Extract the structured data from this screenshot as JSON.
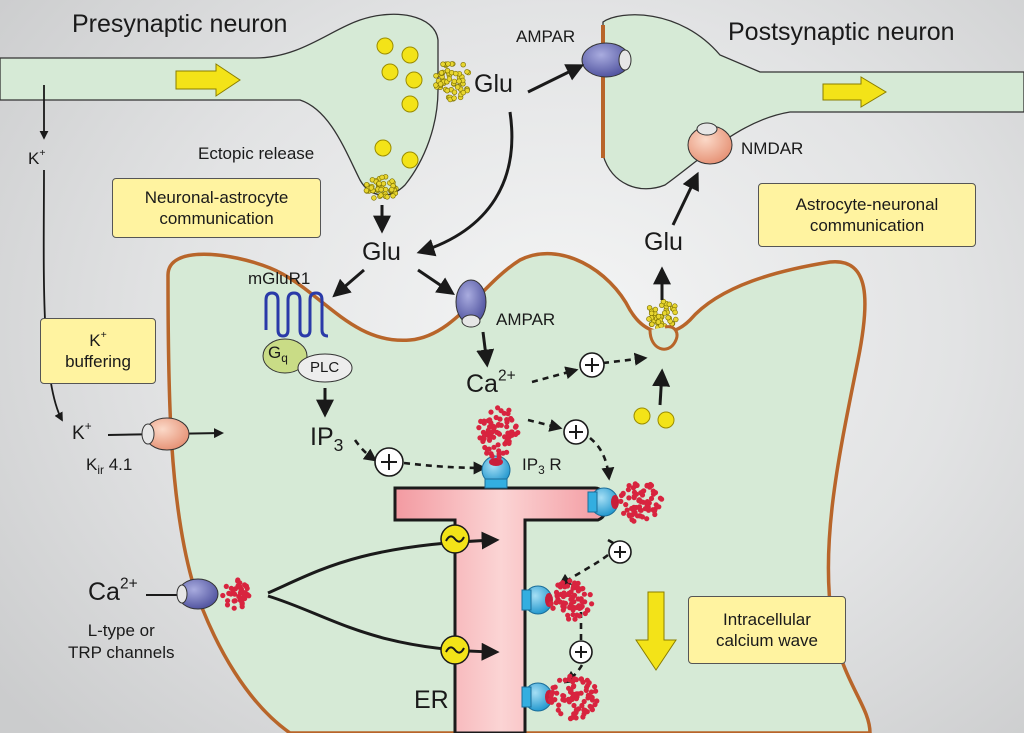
{
  "labels": {
    "presynaptic": "Presynaptic neuron",
    "postsynaptic": "Postsynaptic neuron",
    "ampar_top": "AMPAR",
    "glu_top": "Glu",
    "nmdar": "NMDAR",
    "ectopic": "Ectopic release",
    "k_top": "K",
    "k_top_sup": "+",
    "glu_mid": "Glu",
    "mglur1": "mGluR1",
    "g_alpha": "G",
    "g_alpha_sub": "q",
    "plc": "PLC",
    "ampar_astro": "AMPAR",
    "ca_mid": "Ca",
    "ca_mid_sup": "2+",
    "ip3": "IP",
    "ip3_sub": "3",
    "ip3r": "IP",
    "ip3r_sub": "3",
    "ip3r_r": " R",
    "k_in": "K",
    "k_in_sup": "+",
    "kir": "K",
    "kir_sub": "ir",
    "kir_num": "4.1",
    "glu_right": "Glu",
    "ca_left": "Ca",
    "ca_left_sup": "2+",
    "ltype": "L-type or\nTRP channels",
    "er": "ER"
  },
  "boxes": {
    "neuronal_astrocyte": "Neuronal-astrocyte\ncommunication",
    "astrocyte_neuronal": "Astrocyte-neuronal\ncommunication",
    "k_buffering_k": "K",
    "k_buffering_sup": "+",
    "k_buffering_text": "buffering",
    "calcium_wave": "Intracellular\ncalcium wave"
  },
  "colors": {
    "cell_fill": "#d6ead6",
    "membrane": "#b8652a",
    "vesicle": "#f3e318",
    "receptor_purple": "#6b6fb8",
    "receptor_peach": "#f2b49a",
    "ip3r_blue": "#33aee0",
    "calcium_red": "#d8243f",
    "er_pink": "#f2a8ad",
    "arrow_yellow": "#f3e318",
    "box_yellow": "#fff3a0"
  }
}
